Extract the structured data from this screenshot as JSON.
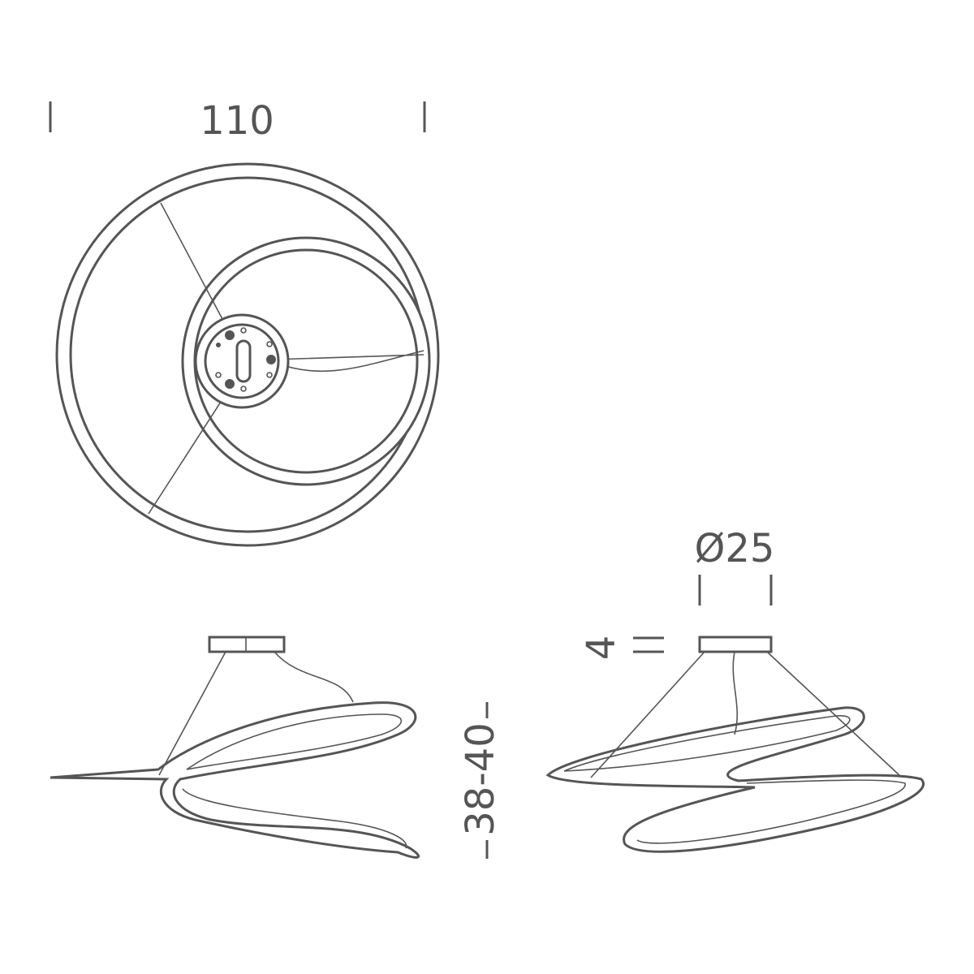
{
  "drawing": {
    "top_view": {
      "width_label": "110"
    },
    "side_view": {
      "height_label": "38-40"
    },
    "front_view": {
      "canopy_diameter_label": "Ø25",
      "canopy_height_label": "4"
    }
  },
  "colors": {
    "line": "#555555",
    "background": "#ffffff"
  }
}
